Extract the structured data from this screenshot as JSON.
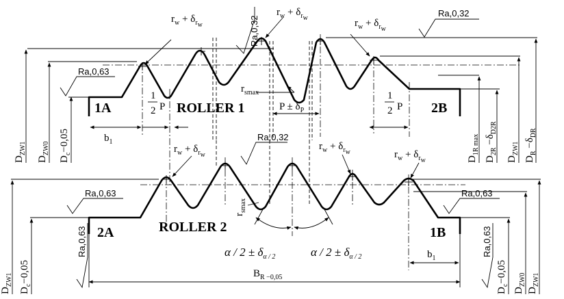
{
  "roller1": {
    "name": "ROLLER 1",
    "end_left": "1A",
    "end_right": "2B",
    "pitch": "P ± δ",
    "pitch_sub": "P",
    "half_pitch_num": "1",
    "half_pitch_den": "2",
    "half_pitch_p": "P",
    "b1": "b",
    "b1_sub": "1",
    "rw": "r",
    "rw_sub": "w",
    "plus_delta": " + δ",
    "delta_sub": "r",
    "delta_sub2": "w",
    "rsmax": "r",
    "rsmax_sub": "smax",
    "ra_063": "Ra,0,63",
    "ra_032": "Ra,0,32",
    "dims_left": [
      {
        "main": "D",
        "sub": "ZW1",
        "tail": ""
      },
      {
        "main": "D",
        "sub": "ZW0",
        "tail": ""
      },
      {
        "main": "D",
        "sub": "c",
        "tail": "−0,05"
      }
    ],
    "dims_right": [
      {
        "main": "D",
        "sub": "1R max",
        "tail": ""
      },
      {
        "main": "D",
        "sub": "2R",
        "tail": " −δ",
        "sub2": "D2R"
      },
      {
        "main": "D",
        "sub": "ZW1",
        "tail": ""
      },
      {
        "main": "D",
        "sub": "R",
        "tail": " −δ",
        "sub2": "DR"
      }
    ]
  },
  "roller2": {
    "name": "ROLLER 2",
    "end_left": "2A",
    "end_right": "1B",
    "angle": "α / 2 ± δ",
    "angle_sub": "α / 2",
    "width": "B",
    "width_sub": "R −0,05",
    "b1": "b",
    "b1_sub": "1",
    "rw": "r",
    "rw_sub": "w",
    "plus_delta": " + δ",
    "delta_sub": "r",
    "delta_sub2": "w",
    "rsmax": "r",
    "rsmax_sub": "smax",
    "ra_063": "Ra,0,63",
    "ra_032": "Ra,0,32",
    "dims_left": [
      {
        "main": "D",
        "sub": "ZW1",
        "tail": ""
      },
      {
        "main": "D",
        "sub": "c",
        "tail": "−0,05"
      }
    ],
    "dims_right": [
      {
        "main": "D",
        "sub": "c",
        "tail": "−0,05"
      },
      {
        "main": "D",
        "sub": "ZW0",
        "tail": ""
      },
      {
        "main": "D",
        "sub": "ZW1",
        "tail": ""
      }
    ]
  }
}
